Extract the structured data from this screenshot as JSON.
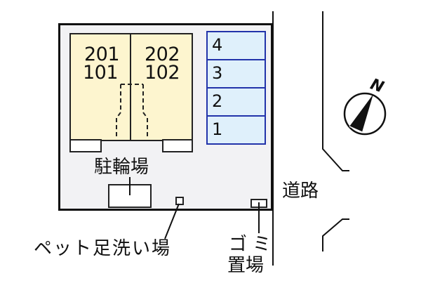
{
  "site_map": {
    "units": {
      "left": {
        "upper": "201",
        "lower": "101"
      },
      "right": {
        "upper": "202",
        "lower": "102"
      }
    },
    "parking": {
      "slots": [
        "4",
        "3",
        "2",
        "1"
      ],
      "border_color": "#2233aa",
      "fill_color": "#dff0fb"
    },
    "building_fill": "#fdf5cf",
    "site_fill": "#f2f2f4",
    "labels": {
      "bicycle_parking": "駐輪場",
      "pet_foot_wash": "ペット足洗い場",
      "garbage_area_line1": "ゴミ",
      "garbage_area_line2": "置場",
      "road": "道路"
    },
    "compass": {
      "north_label": "N",
      "icon": "north-arrow-icon"
    }
  }
}
